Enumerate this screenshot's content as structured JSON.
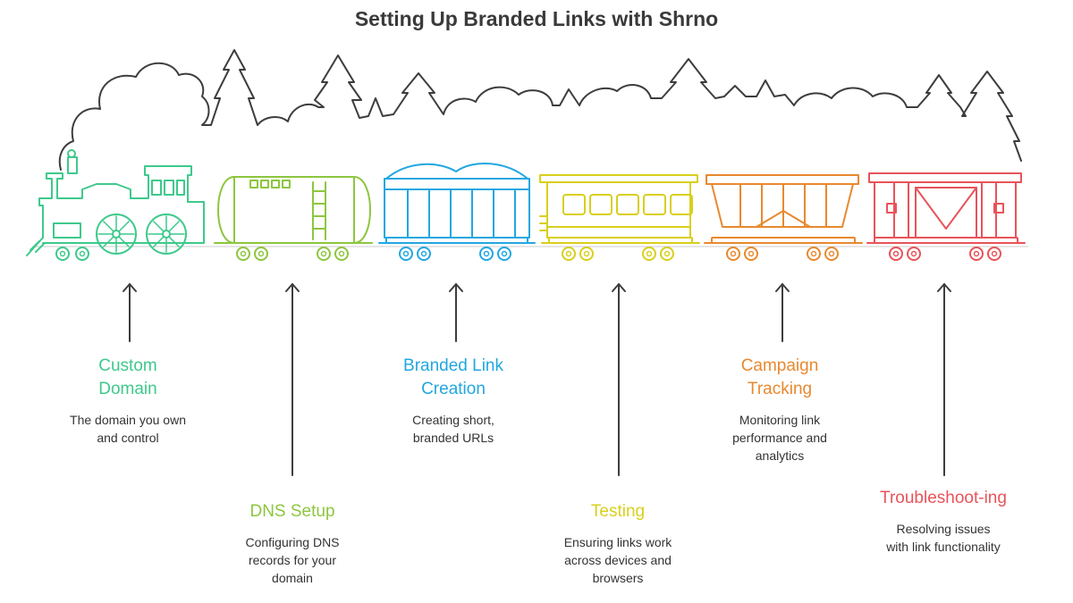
{
  "title": "Setting Up Branded Links with Shrno",
  "colors": {
    "scenery": "#3d3d3d",
    "arrow": "#3d3d3d",
    "text": "#333333"
  },
  "steps": [
    {
      "title": "Custom Domain",
      "description": "The domain you own and control",
      "color": "#3ec98c",
      "car": "locomotive"
    },
    {
      "title": "DNS Setup",
      "description": "Configuring DNS records for your domain",
      "color": "#8dc63f",
      "car": "tank-car"
    },
    {
      "title": "Branded Link Creation",
      "description": "Creating short, branded URLs",
      "color": "#22a7e0",
      "car": "coal-car"
    },
    {
      "title": "Testing",
      "description": "Ensuring links work across devices and browsers",
      "color": "#d9cf1c",
      "car": "passenger-car"
    },
    {
      "title": "Campaign Tracking",
      "description": "Monitoring link performance and analytics",
      "color": "#e8892f",
      "car": "hopper-car"
    },
    {
      "title": "Troubleshoot-ing",
      "description": "Resolving issues with link functionality",
      "color": "#e8535a",
      "car": "box-car"
    }
  ]
}
